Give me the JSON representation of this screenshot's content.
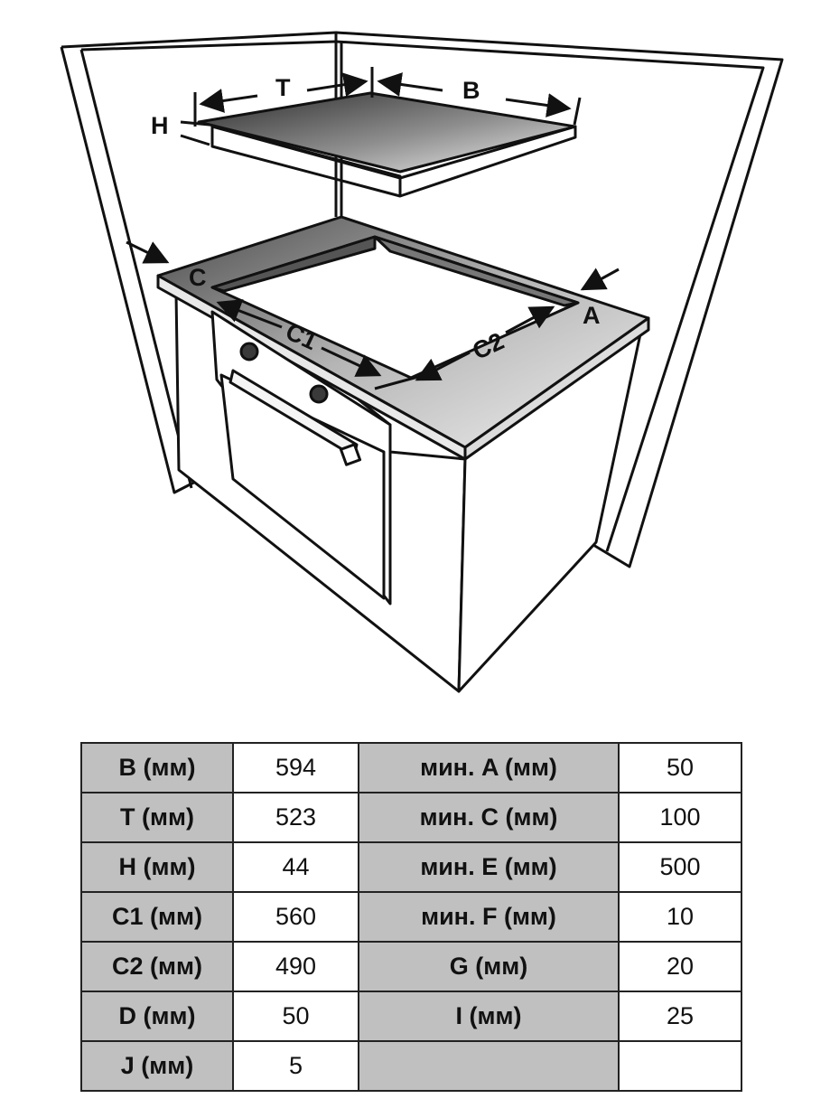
{
  "diagram": {
    "labels": {
      "t": "T",
      "b": "B",
      "h": "H",
      "c": "C",
      "c1": "C1",
      "c2": "C2",
      "a": "A"
    }
  },
  "table": {
    "rows": [
      {
        "k1": "B (мм)",
        "v1": "594",
        "k2": "мин. A (мм)",
        "v2": "50"
      },
      {
        "k1": "T (мм)",
        "v1": "523",
        "k2": "мин. C (мм)",
        "v2": "100"
      },
      {
        "k1": "H (мм)",
        "v1": "44",
        "k2": "мин. E (мм)",
        "v2": "500"
      },
      {
        "k1": "C1 (мм)",
        "v1": "560",
        "k2": "мин. F (мм)",
        "v2": "10"
      },
      {
        "k1": "C2 (мм)",
        "v1": "490",
        "k2": "G (мм)",
        "v2": "20"
      },
      {
        "k1": "D (мм)",
        "v1": "50",
        "k2": "I (мм)",
        "v2": "25"
      },
      {
        "k1": "J (мм)",
        "v1": "5",
        "k2": "",
        "v2": ""
      }
    ]
  }
}
